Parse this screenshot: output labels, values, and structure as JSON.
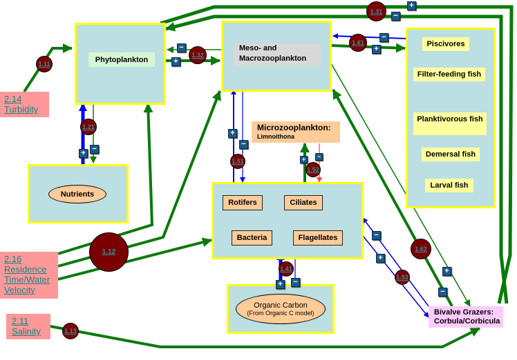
{
  "compartments": {
    "phytoplankton": "Phytoplankton",
    "zooplankton_line1": "Meso- and",
    "zooplankton_line2": "Macrozooplankton",
    "nutrients": "Nutrients",
    "microzooplankton_title": "Microzooplankton:",
    "microzooplankton_sub": "Limnoithona",
    "rotifers": "Rotifers",
    "ciliates": "Ciliates",
    "bacteria": "Bacteria",
    "flagellates": "Flagellates",
    "organic_carbon": "Organic Carbon",
    "organic_carbon_sub": "(From Organic C model)",
    "bivalve_line1": "Bivalve Grazers:",
    "bivalve_line2": "Corbula/Corbicula"
  },
  "fish": [
    "Piscivores",
    "Filter-feeding fish",
    "Planktivorous fish",
    "Demersal fish",
    "Larval fish"
  ],
  "drivers": {
    "turbidity_num": "2.14",
    "turbidity": "Turbidity",
    "residence_num": "2.16",
    "residence_1": "Residence",
    "residence_2": "Time/Water",
    "residence_3": "Velocity",
    "salinity_num": "2.11",
    "salinity": "Salinity"
  },
  "links": {
    "l111": "1.11",
    "l112": "1.12",
    "l113": "1.13",
    "l121": "1.21",
    "l131": "1.31",
    "l132": "1.32",
    "l141": "1.41",
    "l151": "1.51",
    "l152": "1.52",
    "l153": "1.53",
    "l161": "1.61",
    "l162": "1.62"
  },
  "signs": {
    "plus": "+",
    "minus": "−"
  },
  "colors": {
    "green": "#0a7a0a",
    "blue": "#0000ee",
    "red": "#ff5555",
    "node": "#7a0000",
    "box": "#bbdfe2",
    "border": "#ffff00"
  }
}
